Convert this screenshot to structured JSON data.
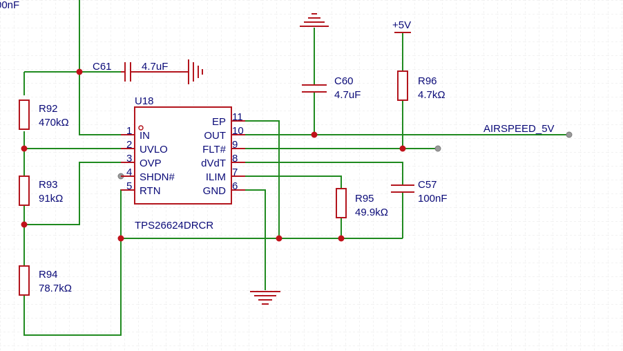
{
  "partial_label_top": "00nF",
  "ic": {
    "ref": "U18",
    "part_number": "TPS26624DRCR",
    "left_pins": [
      {
        "num": "1",
        "name": "IN"
      },
      {
        "num": "2",
        "name": "UVLO"
      },
      {
        "num": "3",
        "name": "OVP"
      },
      {
        "num": "4",
        "name": "SHDN#"
      },
      {
        "num": "5",
        "name": "RTN"
      }
    ],
    "right_pins": [
      {
        "num": "11",
        "name": "EP"
      },
      {
        "num": "10",
        "name": "OUT"
      },
      {
        "num": "9",
        "name": "FLT#"
      },
      {
        "num": "8",
        "name": "dVdT"
      },
      {
        "num": "7",
        "name": "ILIM"
      },
      {
        "num": "6",
        "name": "GND"
      }
    ]
  },
  "components": {
    "c61": {
      "ref": "C61",
      "value": "4.7uF"
    },
    "c60": {
      "ref": "C60",
      "value": "4.7uF"
    },
    "c57": {
      "ref": "C57",
      "value": "100nF"
    },
    "r92": {
      "ref": "R92",
      "value": "470kΩ"
    },
    "r93": {
      "ref": "R93",
      "value": "91kΩ"
    },
    "r94": {
      "ref": "R94",
      "value": "78.7kΩ"
    },
    "r95": {
      "ref": "R95",
      "value": "49.9kΩ"
    },
    "r96": {
      "ref": "R96",
      "value": "4.7kΩ"
    }
  },
  "power_label": "+5V",
  "net_label": "AIRSPEED_5V",
  "colors": {
    "wire": "#1f8a1f",
    "part": "#b3141c",
    "text": "#0a0a78",
    "grid": "#e6e6e6"
  }
}
